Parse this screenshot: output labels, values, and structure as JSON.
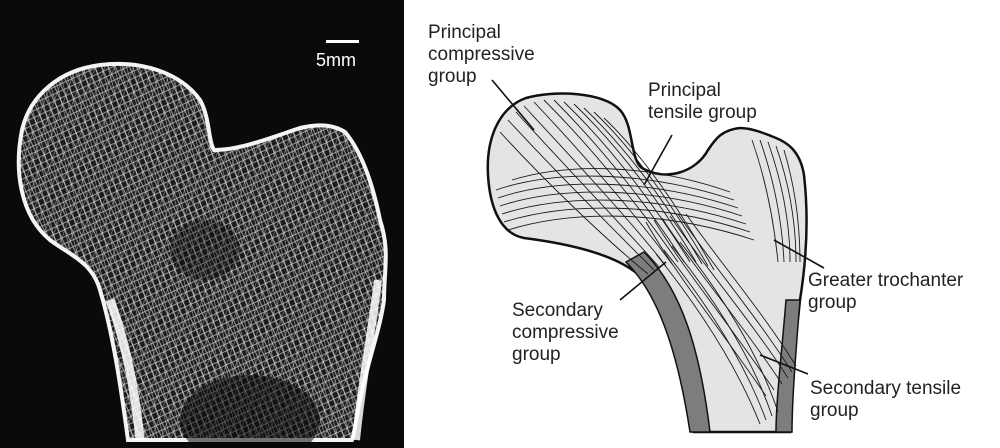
{
  "photo": {
    "scale_label": "5mm"
  },
  "diagram": {
    "labels": {
      "principal_compressive": "Principal\ncompressive\ngroup",
      "principal_tensile": "Principal\ntensile group",
      "greater_trochanter": "Greater trochanter\ngroup",
      "secondary_compressive": "Secondary\ncompressive\ngroup",
      "secondary_tensile": "Secondary tensile\ngroup"
    },
    "colors": {
      "bone_fill": "#e4e4e4",
      "cortex": "#7d7d7d",
      "trabecula": "#1a1a1a",
      "background_photo": "#0a0a0a"
    }
  }
}
